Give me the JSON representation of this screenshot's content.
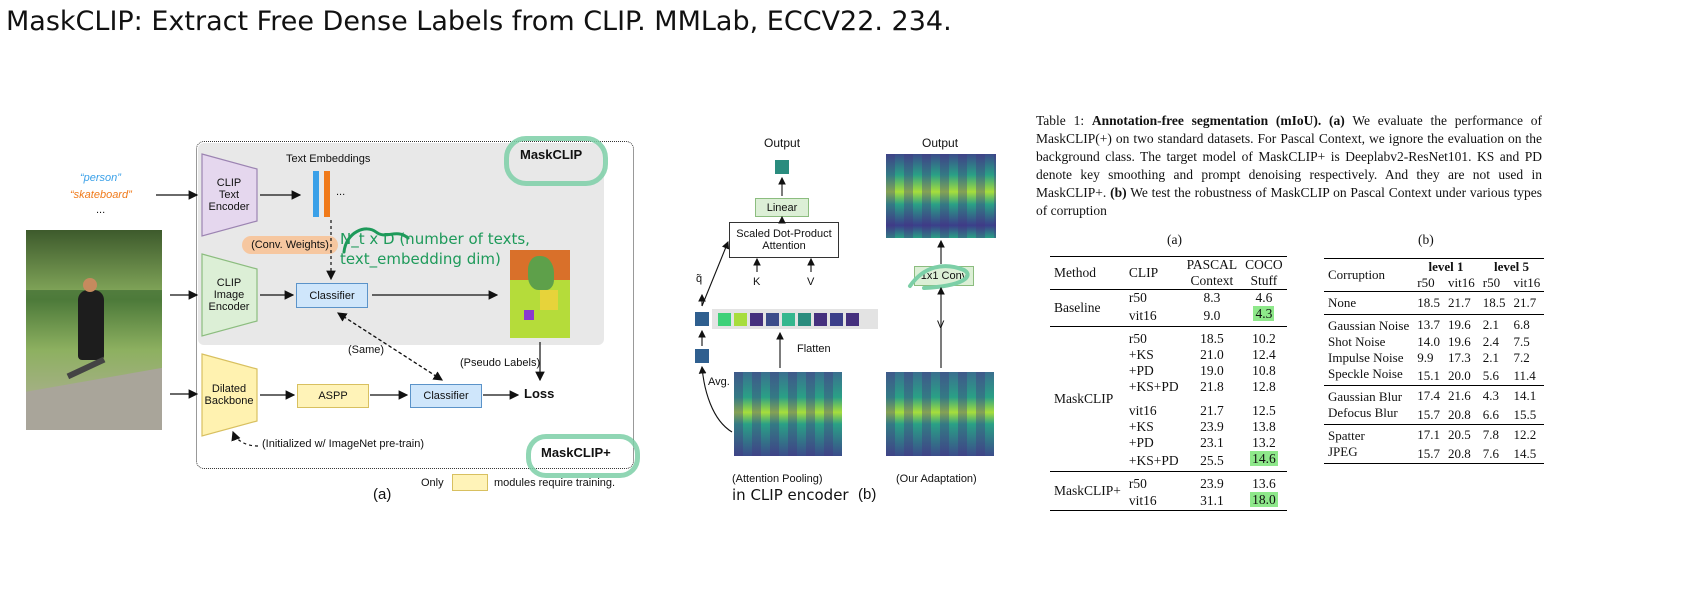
{
  "slide": {
    "title": "MaskCLIP: Extract Free Dense Labels from CLIP. MMLab, ECCV22. 234."
  },
  "fig_a": {
    "label": "(a)",
    "input_texts": [
      "“person”",
      "“skateboard”",
      "..."
    ],
    "text_embeddings": "Text Embeddings",
    "ellipsis": "...",
    "clip_text_encoder": "CLIP Text Encoder",
    "clip_image_encoder": "CLIP Image Encoder",
    "conv_weights": "(Conv. Weights)",
    "classifier_top": "Classifier",
    "classifier_bottom": "Classifier",
    "same": "(Same)",
    "pseudo_labels": "(Pseudo Labels)",
    "dilated_backbone": "Dilated Backbone",
    "aspp": "ASPP",
    "loss": "Loss",
    "initialized": "(Initialized w/ ImageNet pre-train)",
    "maskclip_badge": "MaskCLIP",
    "maskclip_plus_badge": "MaskCLIP+",
    "only": "Only",
    "modules_require_training": "modules require training.",
    "handwritten_note": "N_t x D (number of texts, text_embedding dim)"
  },
  "fig_b": {
    "label": "(b)",
    "output_left": "Output",
    "output_right": "Output",
    "linear": "Linear",
    "attention": "Scaled Dot-Product Attention",
    "q": "q̃",
    "k": "K",
    "v": "V",
    "flatten": "Flatten",
    "avg": "Avg.",
    "conv1x1": "1x1 Conv",
    "v_right": "V",
    "caption_left": "(Attention Pooling)",
    "caption_left_hand": "in CLIP encoder",
    "caption_right": "(Our Adaptation)"
  },
  "table_caption": {
    "prefix": "Table 1: ",
    "bold_title": "Annotation-free segmentation (mIoU).",
    "a_tag": "(a)",
    "text_a": "We evaluate the performance of MaskCLIP(+) on two standard datasets. For Pascal Context, we ignore the evaluation on the background class. The target model of MaskCLIP+ is Deeplabv2-ResNet101. KS and PD denote key smoothing and prompt denoising respectively. And they are not used in MaskCLIP+.",
    "b_tag": "(b)",
    "text_b": "We test the robustness of MaskCLIP on Pascal Context under various types of corruption"
  },
  "table_a": {
    "label": "(a)",
    "headers": [
      "Method",
      "CLIP",
      "PASCAL",
      "COCO",
      "Context",
      "Stuff"
    ],
    "groups": [
      {
        "method": "Baseline",
        "rows": [
          [
            "r50",
            "8.3",
            "4.6"
          ],
          [
            "vit16",
            "9.0",
            "4.3"
          ]
        ]
      },
      {
        "method": "MaskCLIP",
        "rows": [
          [
            "r50",
            "18.5",
            "10.2"
          ],
          [
            "+KS",
            "21.0",
            "12.4"
          ],
          [
            "+PD",
            "19.0",
            "10.8"
          ],
          [
            "+KS+PD",
            "21.8",
            "12.8"
          ],
          [
            "vit16",
            "21.7",
            "12.5"
          ],
          [
            "+KS",
            "23.9",
            "13.8"
          ],
          [
            "+PD",
            "23.1",
            "13.2"
          ],
          [
            "+KS+PD",
            "25.5",
            "14.6"
          ]
        ]
      },
      {
        "method": "MaskCLIP+",
        "rows": [
          [
            "r50",
            "23.9",
            "13.6"
          ],
          [
            "vit16",
            "31.1",
            "18.0"
          ]
        ]
      }
    ]
  },
  "table_b": {
    "label": "(b)",
    "headers": [
      "Corruption",
      "level 1",
      "level 5",
      "r50",
      "vit16",
      "r50",
      "vit16"
    ],
    "groups": [
      [
        [
          "None",
          "18.5",
          "21.7",
          "18.5",
          "21.7"
        ]
      ],
      [
        [
          "Gaussian Noise",
          "13.7",
          "19.6",
          "2.1",
          "6.8"
        ],
        [
          "Shot Noise",
          "14.0",
          "19.6",
          "2.4",
          "7.5"
        ],
        [
          "Impulse Noise",
          "9.9",
          "17.3",
          "2.1",
          "7.2"
        ],
        [
          "Speckle Noise",
          "15.1",
          "20.0",
          "5.6",
          "11.4"
        ]
      ],
      [
        [
          "Gaussian Blur",
          "17.4",
          "21.6",
          "4.3",
          "14.1"
        ],
        [
          "Defocus Blur",
          "15.7",
          "20.8",
          "6.6",
          "15.5"
        ]
      ],
      [
        [
          "Spatter",
          "17.1",
          "20.5",
          "7.8",
          "12.2"
        ],
        [
          "JPEG",
          "15.7",
          "20.8",
          "7.6",
          "14.5"
        ]
      ]
    ]
  },
  "colors": {
    "highlight": "#8ee88a",
    "handwriting": "#1e9a5a",
    "teal": "#2a8c7e",
    "classifier": "#cfe6fb",
    "aspp": "#fff3b8"
  }
}
